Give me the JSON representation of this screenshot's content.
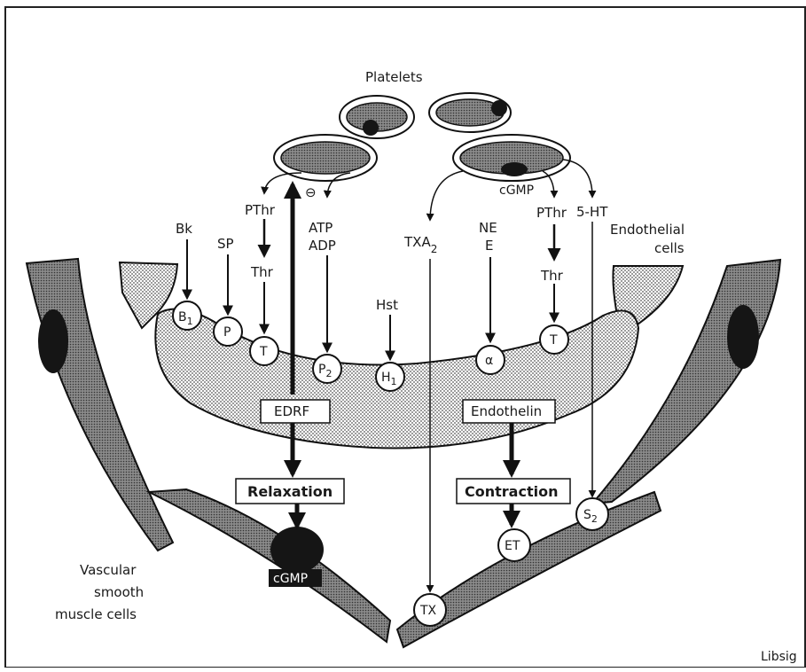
{
  "title": "Platelets",
  "layer_labels": {
    "endothelial_line1": "Endothelial",
    "endothelial_line2": "cells",
    "smooth_muscle_line1": "Vascular",
    "smooth_muscle_line2": "smooth",
    "smooth_muscle_line3": "muscle cells"
  },
  "credit": "Libsig",
  "mediators": {
    "bk": "Bk",
    "sp": "SP",
    "pthr_left": "PThr",
    "thr_left": "Thr",
    "inhibit": "⊖",
    "atp": "ATP",
    "adp": "ADP",
    "hst": "Hst",
    "txa": "TXA",
    "txa_sub": "2",
    "ne": "NE",
    "e": "E",
    "cgmp_platelet": "cGMP",
    "pthr_right": "PThr",
    "thr_right": "Thr",
    "ht": "5-HT"
  },
  "receptors": {
    "b1": "B",
    "b1_sub": "1",
    "p": "P",
    "t_left": "T",
    "p2": "P",
    "p2_sub": "2",
    "h1": "H",
    "h1_sub": "1",
    "alpha": "α",
    "t_right": "T",
    "tx": "TX",
    "et": "ET",
    "s2": "S",
    "s2_sub": "2"
  },
  "factors": {
    "edrf": "EDRF",
    "endothelin": "Endothelin"
  },
  "responses": {
    "relaxation": "Relaxation",
    "contraction": "Contraction",
    "cgmp_muscle": "cGMP"
  }
}
